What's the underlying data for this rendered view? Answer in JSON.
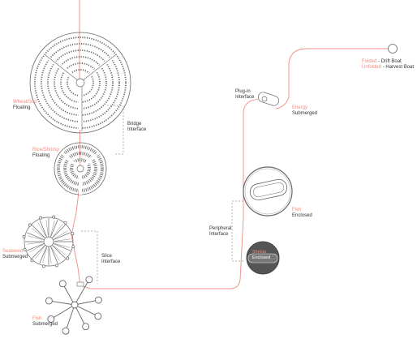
{
  "colors": {
    "line": "#f08c80",
    "accent_text": "#f08c80",
    "text": "#333333",
    "ink": "#555555",
    "dash": "#999999",
    "pod_fill": "#555555"
  },
  "labels": {
    "wheel_soil": {
      "habitat": "Wheat/Soil",
      "state": "Floating"
    },
    "bridge_interface": {
      "line1": "Bridge",
      "line2": "Interface"
    },
    "rice_shrimp": {
      "habitat": "Rice/Shrimp",
      "state": "Floating"
    },
    "seaweed": {
      "habitat": "Seaweed",
      "state": "Submerged"
    },
    "slice_interface": {
      "line1": "Slice",
      "line2": "Interface"
    },
    "fish_left": {
      "habitat": "Fish",
      "state": "Submerged"
    },
    "plugin_interface": {
      "line1": "Plug-in",
      "line2": "Interface"
    },
    "energy": {
      "habitat": "Energy",
      "state": "Submerged"
    },
    "fish_right": {
      "habitat": "Fish",
      "state": "Enclosed"
    },
    "peripheral_interface": {
      "line1": "Peripheral",
      "line2": "Interface"
    },
    "lower_pod": {
      "habitat": "Shrimp",
      "state": "Enclosed"
    },
    "boat_legend": [
      {
        "mode": "Folded",
        "boat": "Drift Boat"
      },
      {
        "mode": "Unfolded",
        "boat": "Harvest Boat"
      }
    ]
  },
  "icons": [
    "node-circle-icon",
    "pod-icon",
    "connector-icon"
  ]
}
